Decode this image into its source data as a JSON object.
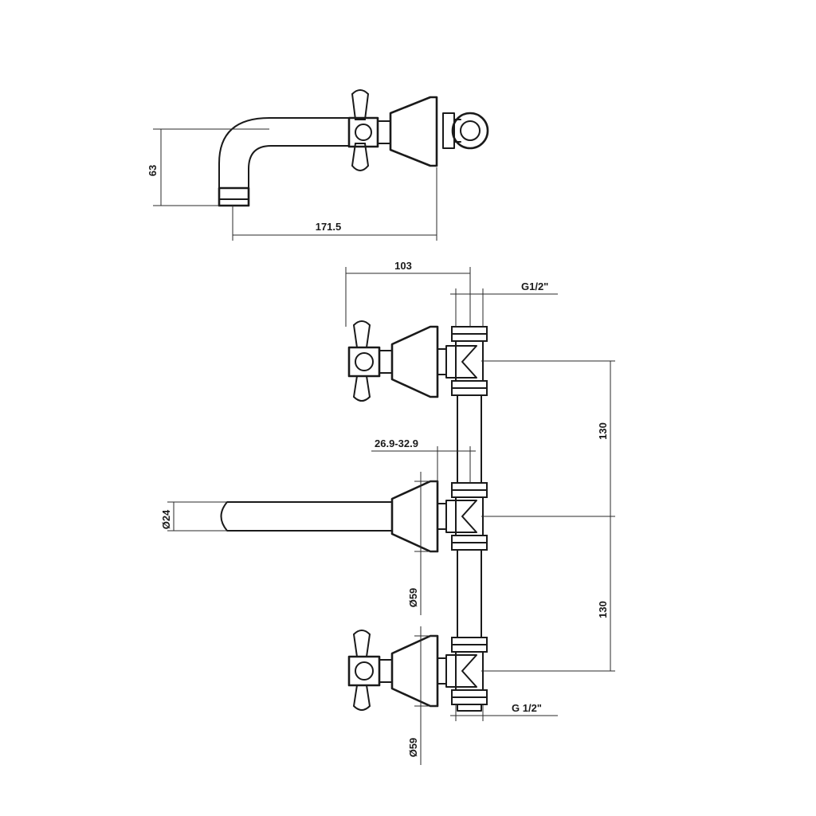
{
  "dimensions": {
    "side_height": "63",
    "side_length": "171.5",
    "handle_offset": "103",
    "thread_top": "G1/2\"",
    "spacing_upper": "130",
    "wall_range": "26.9-32.9",
    "spout_diameter": "Ø24",
    "spacing_lower": "130",
    "escutcheon_mid": "Ø59",
    "thread_bottom": "G 1/2\"",
    "escutcheon_bottom": "Ø59"
  }
}
